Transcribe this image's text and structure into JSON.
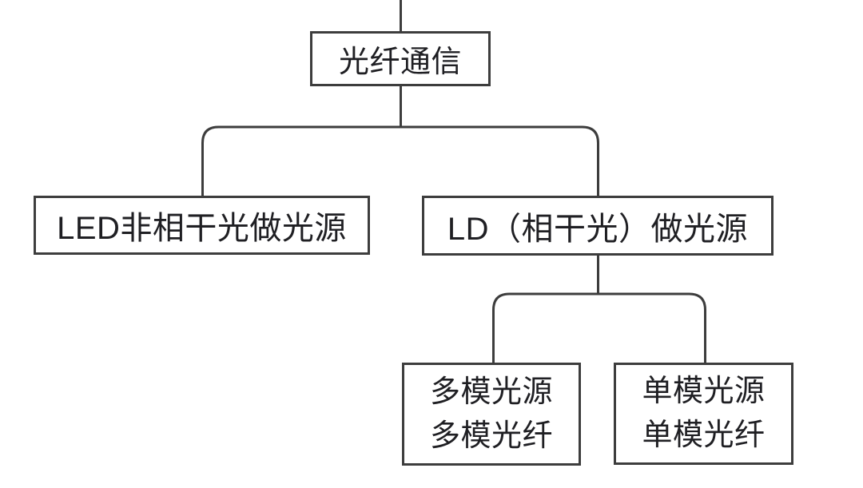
{
  "diagram": {
    "type": "tree",
    "title": "光纤通信",
    "nodes": {
      "root": {
        "label": "光纤通信"
      },
      "led": {
        "label": "LED非相干光做光源"
      },
      "ld": {
        "label": "LD（相干光）做光源"
      },
      "multimode": {
        "line1": "多模光源",
        "line2": "多模光纤"
      },
      "singlemode": {
        "line1": "单模光源",
        "line2": "单模光纤"
      }
    },
    "edges": [
      {
        "from": "root",
        "to": "led"
      },
      {
        "from": "root",
        "to": "ld"
      },
      {
        "from": "ld",
        "to": "multimode"
      },
      {
        "from": "ld",
        "to": "singlemode"
      }
    ],
    "colors": {
      "background": "#ffffff",
      "line": "#3d3d3d",
      "border": "#3d3d3d",
      "text": "#1f1f23"
    }
  }
}
